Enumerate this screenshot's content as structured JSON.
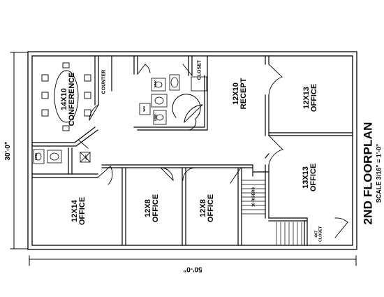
{
  "title": "2ND FLOORPLAN",
  "scale": "SCALE 3/16\" = 1'-0\"",
  "dimensions": {
    "height": "30'-0\"",
    "width": "50'-0\""
  },
  "rooms": {
    "conference": {
      "line1": "14X10",
      "line2": "CONFERENCE"
    },
    "counter": "COUNTER",
    "closet_top": "CLOSET",
    "reception": {
      "line1": "12X10",
      "line2": "RECEPT"
    },
    "office_top_right": {
      "line1": "12X13",
      "line2": "OFFICE"
    },
    "office_right": {
      "line1": "13X13",
      "line2": "OFFICE"
    },
    "office_left": {
      "line1": "12X14",
      "line2": "OFFICE"
    },
    "office_mid1": {
      "line1": "12X8",
      "line2": "OFFICE"
    },
    "office_mid2": {
      "line1": "12X8",
      "line2": "OFFICE"
    },
    "closet_small": {
      "line1": "4X7",
      "line2": "CLOSET"
    },
    "risers": "10 RISERS"
  },
  "fixtures": {
    "sink": "SINK",
    "ac": "A/C",
    "wh": "WH"
  }
}
